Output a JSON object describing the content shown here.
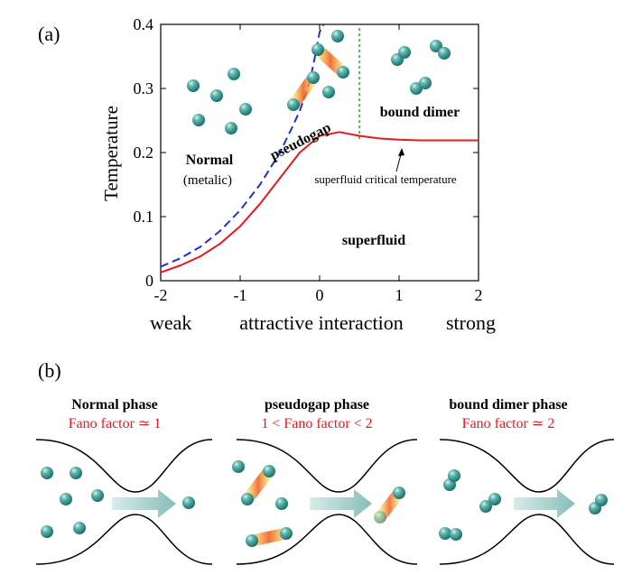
{
  "panel_a": {
    "label": "(a)",
    "ylabel": "Temperature",
    "x_ticks": [
      "-2",
      "-1",
      "0",
      "1",
      "2"
    ],
    "y_ticks": [
      "0",
      "0.1",
      "0.2",
      "0.3",
      "0.4"
    ],
    "x_word_left": "weak",
    "x_word_center": "attractive interaction",
    "x_word_right": "strong",
    "region_normal": "Normal",
    "region_normal_sub": "(metalic)",
    "region_pseudogap": "pseudogap",
    "region_bound_dimer": "bound dimer",
    "region_superfluid": "superfluid",
    "curve_annotation": "superfluid critical temperature"
  },
  "panel_b": {
    "label": "(b)",
    "phases": [
      {
        "title": "Normal phase",
        "fano": "Fano factor ≃ 1"
      },
      {
        "title": "pseudogap phase",
        "fano": "1 < Fano factor < 2"
      },
      {
        "title": "bound dimer phase",
        "fano": "Fano factor ≃ 2"
      }
    ]
  },
  "chart_data": {
    "type": "line",
    "xlim": [
      -2,
      2
    ],
    "ylim": [
      0,
      0.4
    ],
    "grid": false,
    "series": [
      {
        "style": "solid",
        "color": "#e8191e",
        "x": [
          -2.0,
          -1.75,
          -1.5,
          -1.25,
          -1.0,
          -0.75,
          -0.5,
          -0.25,
          0.0,
          0.25,
          0.5,
          0.75,
          1.0,
          1.25,
          1.5,
          1.75,
          2.0
        ],
        "y": [
          0.013,
          0.024,
          0.038,
          0.058,
          0.085,
          0.12,
          0.16,
          0.2,
          0.226,
          0.232,
          0.226,
          0.222,
          0.22,
          0.219,
          0.219,
          0.219,
          0.219
        ]
      },
      {
        "style": "dashed",
        "color": "#1f2fd6",
        "x": [
          -2.0,
          -1.75,
          -1.5,
          -1.25,
          -1.0,
          -0.75,
          -0.5,
          -0.35,
          -0.25,
          -0.15,
          -0.1,
          -0.05,
          0.0,
          0.05
        ],
        "y": [
          0.022,
          0.035,
          0.053,
          0.078,
          0.11,
          0.15,
          0.2,
          0.238,
          0.265,
          0.3,
          0.325,
          0.355,
          0.388,
          0.4
        ]
      },
      {
        "style": "dotted",
        "color": "#22b422",
        "x": [
          0.5,
          0.5
        ],
        "y": [
          0.221,
          0.4
        ]
      }
    ]
  },
  "colors": {
    "atom": "#3a9e98",
    "arrow": "#8fc3c0",
    "fano_text": "#e8191e",
    "pair_stripe": "#f08a2a"
  }
}
